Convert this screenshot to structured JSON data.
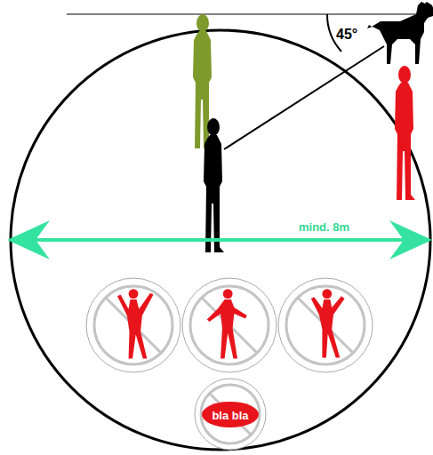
{
  "diagram": {
    "nodes": [
      {
        "text": [
          "bla bla"
        ]
      }
    ],
    "labels": [
      "45°",
      "mind. 8m"
    ]
  }
}
